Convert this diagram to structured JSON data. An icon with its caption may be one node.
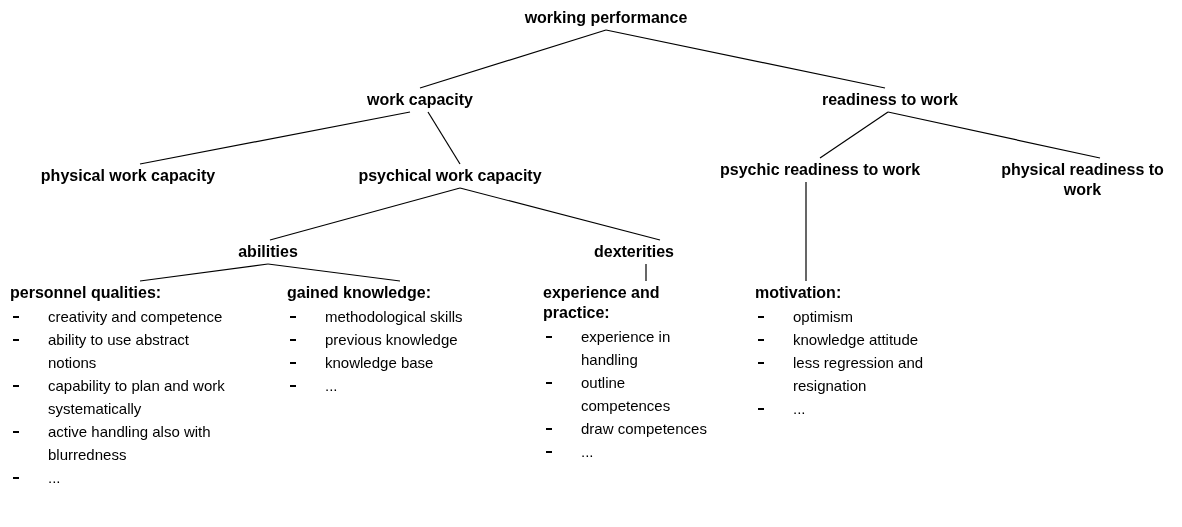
{
  "diagram": {
    "nodes": [
      {
        "text": [
          "working performance"
        ]
      },
      {
        "text": [
          "work capacity"
        ]
      },
      {
        "text": [
          "readiness to work"
        ]
      },
      {
        "text": [
          "physical work capacity"
        ]
      },
      {
        "text": [
          "psychical work capacity"
        ]
      },
      {
        "text": [
          "psychic readiness to work"
        ]
      },
      {
        "text": [
          "physical readiness to work"
        ]
      },
      {
        "text": [
          "abilities"
        ]
      },
      {
        "text": [
          "dexterities"
        ]
      },
      {
        "text": [
          "personnel qualities:",
          "creativity and competence",
          "ability to use abstract notions",
          "capability to plan and work systematically",
          "active handling also with blurredness",
          "..."
        ]
      },
      {
        "text": [
          "gained knowledge:",
          "methodological skills",
          "previous knowledge",
          "knowledge base",
          "..."
        ]
      },
      {
        "text": [
          "experience and practice:",
          "experience in handling",
          "outline competences",
          "draw competences",
          "..."
        ]
      },
      {
        "text": [
          "motivation:",
          "optimism",
          "knowledge attitude",
          "less regression and resignation",
          "..."
        ]
      }
    ],
    "edges": [
      {
        "from": 0,
        "to": 1,
        "arrow": "none"
      },
      {
        "from": 0,
        "to": 2,
        "arrow": "none"
      },
      {
        "from": 1,
        "to": 3,
        "arrow": "none"
      },
      {
        "from": 1,
        "to": 4,
        "arrow": "none"
      },
      {
        "from": 2,
        "to": 5,
        "arrow": "none"
      },
      {
        "from": 2,
        "to": 6,
        "arrow": "none"
      },
      {
        "from": 4,
        "to": 7,
        "arrow": "none"
      },
      {
        "from": 4,
        "to": 8,
        "arrow": "none"
      },
      {
        "from": 7,
        "to": 9,
        "arrow": "none"
      },
      {
        "from": 7,
        "to": 10,
        "arrow": "none"
      },
      {
        "from": 8,
        "to": 11,
        "arrow": "none"
      },
      {
        "from": 5,
        "to": 12,
        "arrow": "none"
      }
    ]
  }
}
